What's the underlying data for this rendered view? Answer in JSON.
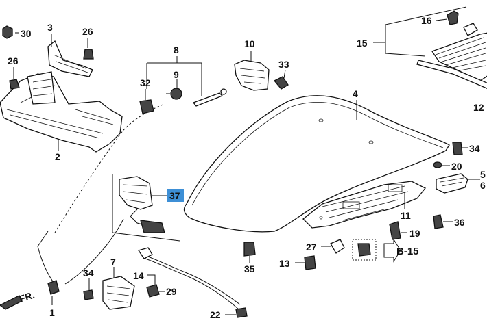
{
  "labels": {
    "p1": "1",
    "p2": "2",
    "p3": "3",
    "p4": "4",
    "p5": "5",
    "p6": "6",
    "p7": "7",
    "p8": "8",
    "p9": "9",
    "p10": "10",
    "p11": "11",
    "p12": "12",
    "p13": "13",
    "p14": "14",
    "p15": "15",
    "p16": "16",
    "p19": "19",
    "p20": "20",
    "p22": "22",
    "p26a": "26",
    "p26b": "26",
    "p27": "27",
    "p29": "29",
    "p30": "30",
    "p32": "32",
    "p33": "33",
    "p34a": "34",
    "p34b": "34",
    "p35": "35",
    "p36": "36",
    "p37": "37"
  },
  "refs": {
    "b15": "B-15",
    "front": "FR."
  },
  "highlight": {
    "part": "37",
    "color": "#3d8fd6"
  }
}
